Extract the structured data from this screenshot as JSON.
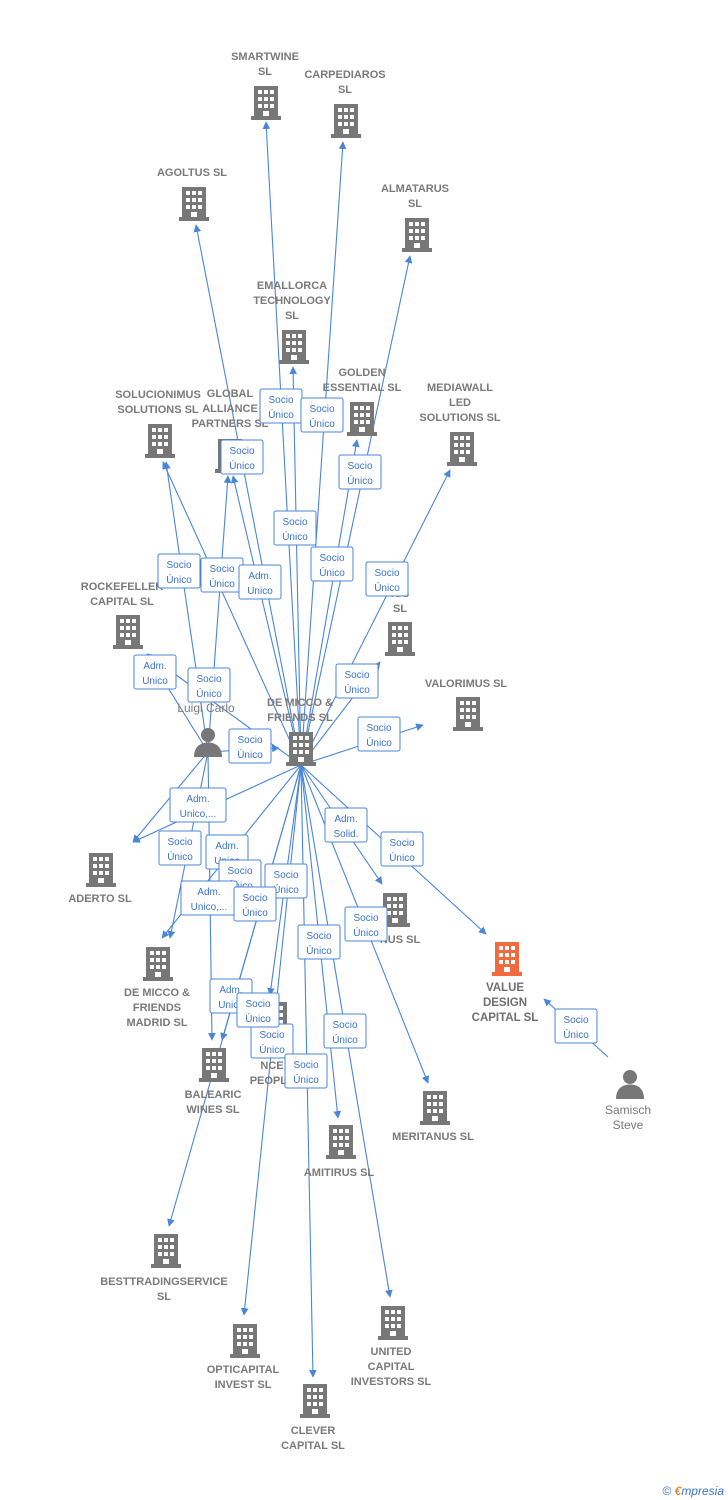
{
  "colors": {
    "edge": "#4a86d8",
    "building": "#777777",
    "building_highlight": "#f26a3d",
    "label": "#7a7a7a"
  },
  "nodes": [
    {
      "id": "smartwine",
      "type": "company",
      "label": [
        "SMARTWINE",
        "SL"
      ]
    },
    {
      "id": "carpediaros",
      "type": "company",
      "label": [
        "CARPEDIAROS",
        "SL"
      ]
    },
    {
      "id": "agoltus",
      "type": "company",
      "label": [
        "AGOLTUS  SL"
      ]
    },
    {
      "id": "almatarus",
      "type": "company",
      "label": [
        "ALMATARUS",
        "SL"
      ]
    },
    {
      "id": "emallorca",
      "type": "company",
      "label": [
        "EMALLORCA",
        "TECHNOLOGY",
        "SL"
      ]
    },
    {
      "id": "golden",
      "type": "company",
      "label": [
        "GOLDEN",
        "ESSENTIAL  SL"
      ]
    },
    {
      "id": "mediawall",
      "type": "company",
      "label": [
        "MEDIAWALL",
        "LED",
        "SOLUTIONS  SL"
      ]
    },
    {
      "id": "solucionimus",
      "type": "company",
      "label": [
        "SOLUCIONIMUS",
        "SOLUTIONS  SL"
      ]
    },
    {
      "id": "globalalliance",
      "type": "company",
      "label": [
        "GLOBAL",
        "ALLIANCE",
        "PARTNERS  SL"
      ]
    },
    {
      "id": "rockefeller",
      "type": "company",
      "label": [
        "ROCKEFELLER",
        "CAPITAL  SL"
      ]
    },
    {
      "id": "ius",
      "type": "company",
      "label": [
        "IUS",
        "SL"
      ]
    },
    {
      "id": "valorimus",
      "type": "company",
      "label": [
        "VALORIMUS  SL"
      ]
    },
    {
      "id": "demiccofriends",
      "type": "company",
      "label": [
        "DE MICCO &",
        "FRIENDS  SL"
      ]
    },
    {
      "id": "luigi",
      "type": "person",
      "label": [
        "D",
        "Luigi Carlo"
      ]
    },
    {
      "id": "aderto",
      "type": "company",
      "label": [
        "ADERTO  SL"
      ]
    },
    {
      "id": "nus",
      "type": "company",
      "label": [
        "NUS  SL"
      ]
    },
    {
      "id": "valuedesign",
      "type": "company",
      "highlight": true,
      "label": [
        "VALUE",
        "DESIGN",
        "CAPITAL  SL"
      ]
    },
    {
      "id": "demiccomadrid",
      "type": "company",
      "label": [
        "DE MICCO &",
        "FRIENDS",
        "MADRID  SL"
      ]
    },
    {
      "id": "cope",
      "type": "company",
      "label": [
        "CO",
        "NCE",
        "PEOPLE"
      ]
    },
    {
      "id": "balearic",
      "type": "company",
      "label": [
        "BALEARIC",
        "WINES  SL"
      ]
    },
    {
      "id": "samisch",
      "type": "person",
      "label": [
        "Samisch",
        "Steve"
      ]
    },
    {
      "id": "meritanus",
      "type": "company",
      "label": [
        "MERITANUS  SL"
      ]
    },
    {
      "id": "amitirus",
      "type": "company",
      "label": [
        "AMITIRUS  SL"
      ]
    },
    {
      "id": "besttrading",
      "type": "company",
      "label": [
        "BESTTRADINGSERVICE",
        "SL"
      ]
    },
    {
      "id": "opticapital",
      "type": "company",
      "label": [
        "OPTICAPITAL",
        "INVEST  SL"
      ]
    },
    {
      "id": "united",
      "type": "company",
      "label": [
        "UNITED",
        "CAPITAL",
        "INVESTORS  SL"
      ]
    },
    {
      "id": "clever",
      "type": "company",
      "label": [
        "CLEVER",
        "CAPITAL  SL"
      ]
    }
  ],
  "edges": [
    {
      "from": "demiccofriends",
      "to": "smartwine",
      "label": [
        "Socio",
        "Único"
      ]
    },
    {
      "from": "demiccofriends",
      "to": "carpediaros",
      "label": [
        "Socio",
        "Único"
      ]
    },
    {
      "from": "demiccofriends",
      "to": "agoltus",
      "label": [
        "Socio",
        "Único"
      ]
    },
    {
      "from": "demiccofriends",
      "to": "almatarus",
      "label": [
        "Socio",
        "Único"
      ]
    },
    {
      "from": "demiccofriends",
      "to": "emallorca",
      "label": [
        "Socio",
        "Único"
      ]
    },
    {
      "from": "demiccofriends",
      "to": "golden",
      "label": [
        "Socio",
        "Único"
      ]
    },
    {
      "from": "demiccofriends",
      "to": "mediawall",
      "label": [
        "Socio",
        "Único"
      ]
    },
    {
      "from": "demiccofriends",
      "to": "solucionimus",
      "label": [
        "Socio",
        "Único"
      ]
    },
    {
      "from": "demiccofriends",
      "to": "globalalliance",
      "label": [
        "Socio",
        "Único"
      ]
    },
    {
      "from": "luigi",
      "to": "solucionimus",
      "label": [
        "Adm.",
        "Unico"
      ]
    },
    {
      "from": "luigi",
      "to": "globalalliance",
      "label": [
        "Socio",
        "Único"
      ]
    },
    {
      "from": "luigi",
      "to": "rockefeller",
      "label": [
        "Adm.",
        "Unico"
      ]
    },
    {
      "from": "demiccofriends",
      "to": "rockefeller",
      "label": [
        "Socio",
        "Único"
      ]
    },
    {
      "from": "demiccofriends",
      "to": "ius",
      "label": [
        "Socio",
        "Único"
      ]
    },
    {
      "from": "demiccofriends",
      "to": "valorimus",
      "label": [
        "Socio",
        "Único"
      ]
    },
    {
      "from": "luigi",
      "to": "demiccofriends",
      "label": [
        "Adm.",
        "Unico,..."
      ]
    },
    {
      "from": "demiccofriends",
      "to": "aderto",
      "label": [
        "Socio",
        "Único"
      ]
    },
    {
      "from": "luigi",
      "to": "aderto",
      "label": [
        "Adm.",
        "Solid."
      ]
    },
    {
      "from": "demiccofriends",
      "to": "nus",
      "label": [
        "Socio",
        "Único"
      ]
    },
    {
      "from": "demiccofriends",
      "to": "valuedesign",
      "label": [
        "Socio",
        "Único"
      ]
    },
    {
      "from": "samisch",
      "to": "valuedesign",
      "label": [
        "Adm.",
        "Unico"
      ]
    },
    {
      "from": "demiccofriends",
      "to": "demiccomadrid",
      "label": [
        "Socio",
        "Único"
      ]
    },
    {
      "from": "luigi",
      "to": "demiccomadrid",
      "label": [
        "Adm.",
        "Unico,..."
      ]
    },
    {
      "from": "luigi",
      "to": "balearic",
      "label": [
        "Adm.",
        "Unico"
      ]
    },
    {
      "from": "demiccofriends",
      "to": "cope",
      "label": [
        "Socio",
        "Único"
      ]
    },
    {
      "from": "demiccofriends",
      "to": "balearic",
      "label": [
        "Socio",
        "Único"
      ]
    },
    {
      "from": "demiccofriends",
      "to": "meritanus",
      "label": [
        "Socio",
        "Único"
      ]
    },
    {
      "from": "demiccofriends",
      "to": "amitirus",
      "label": [
        "Socio",
        "Único"
      ]
    },
    {
      "from": "demiccofriends",
      "to": "besttrading",
      "label": [
        "Socio",
        "Único"
      ]
    },
    {
      "from": "demiccofriends",
      "to": "opticapital",
      "label": [
        "Socio",
        "Único"
      ]
    },
    {
      "from": "demiccofriends",
      "to": "united",
      "label": [
        "Socio",
        "Único"
      ]
    },
    {
      "from": "demiccofriends",
      "to": "clever",
      "label": [
        "Socio",
        "Único"
      ]
    }
  ],
  "footer": {
    "copyright": "©",
    "brand_initial": "€",
    "brand_rest": "mpresia"
  }
}
